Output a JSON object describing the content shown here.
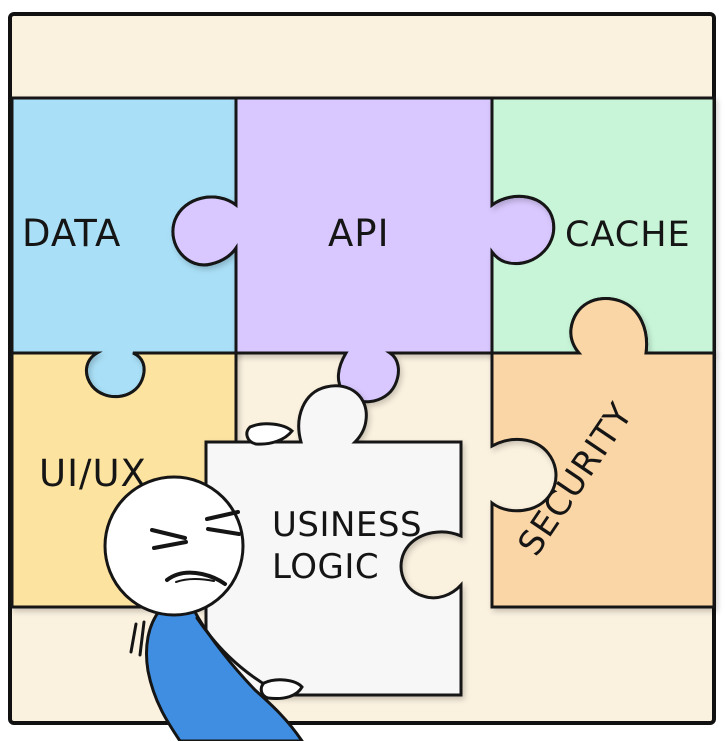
{
  "comic": {
    "labels": {
      "data": "DATA",
      "api": "API",
      "cache": "CACHE",
      "ui_ux": "UI/UX",
      "business_line_1": "USINESS",
      "business_line_2": "LOGIC",
      "security": "SECURITY"
    },
    "colors": {
      "background": "#fbf1df",
      "frame": "#111111",
      "data_piece": "#a9dff7",
      "api_piece": "#d9c8ff",
      "cache_piece": "#c8f5d8",
      "ui_piece": "#fde3a0",
      "security_piece": "#fad5a5",
      "held_piece": "#f7f7f7",
      "shirt": "#3f8ee2",
      "ink": "#151515"
    }
  }
}
